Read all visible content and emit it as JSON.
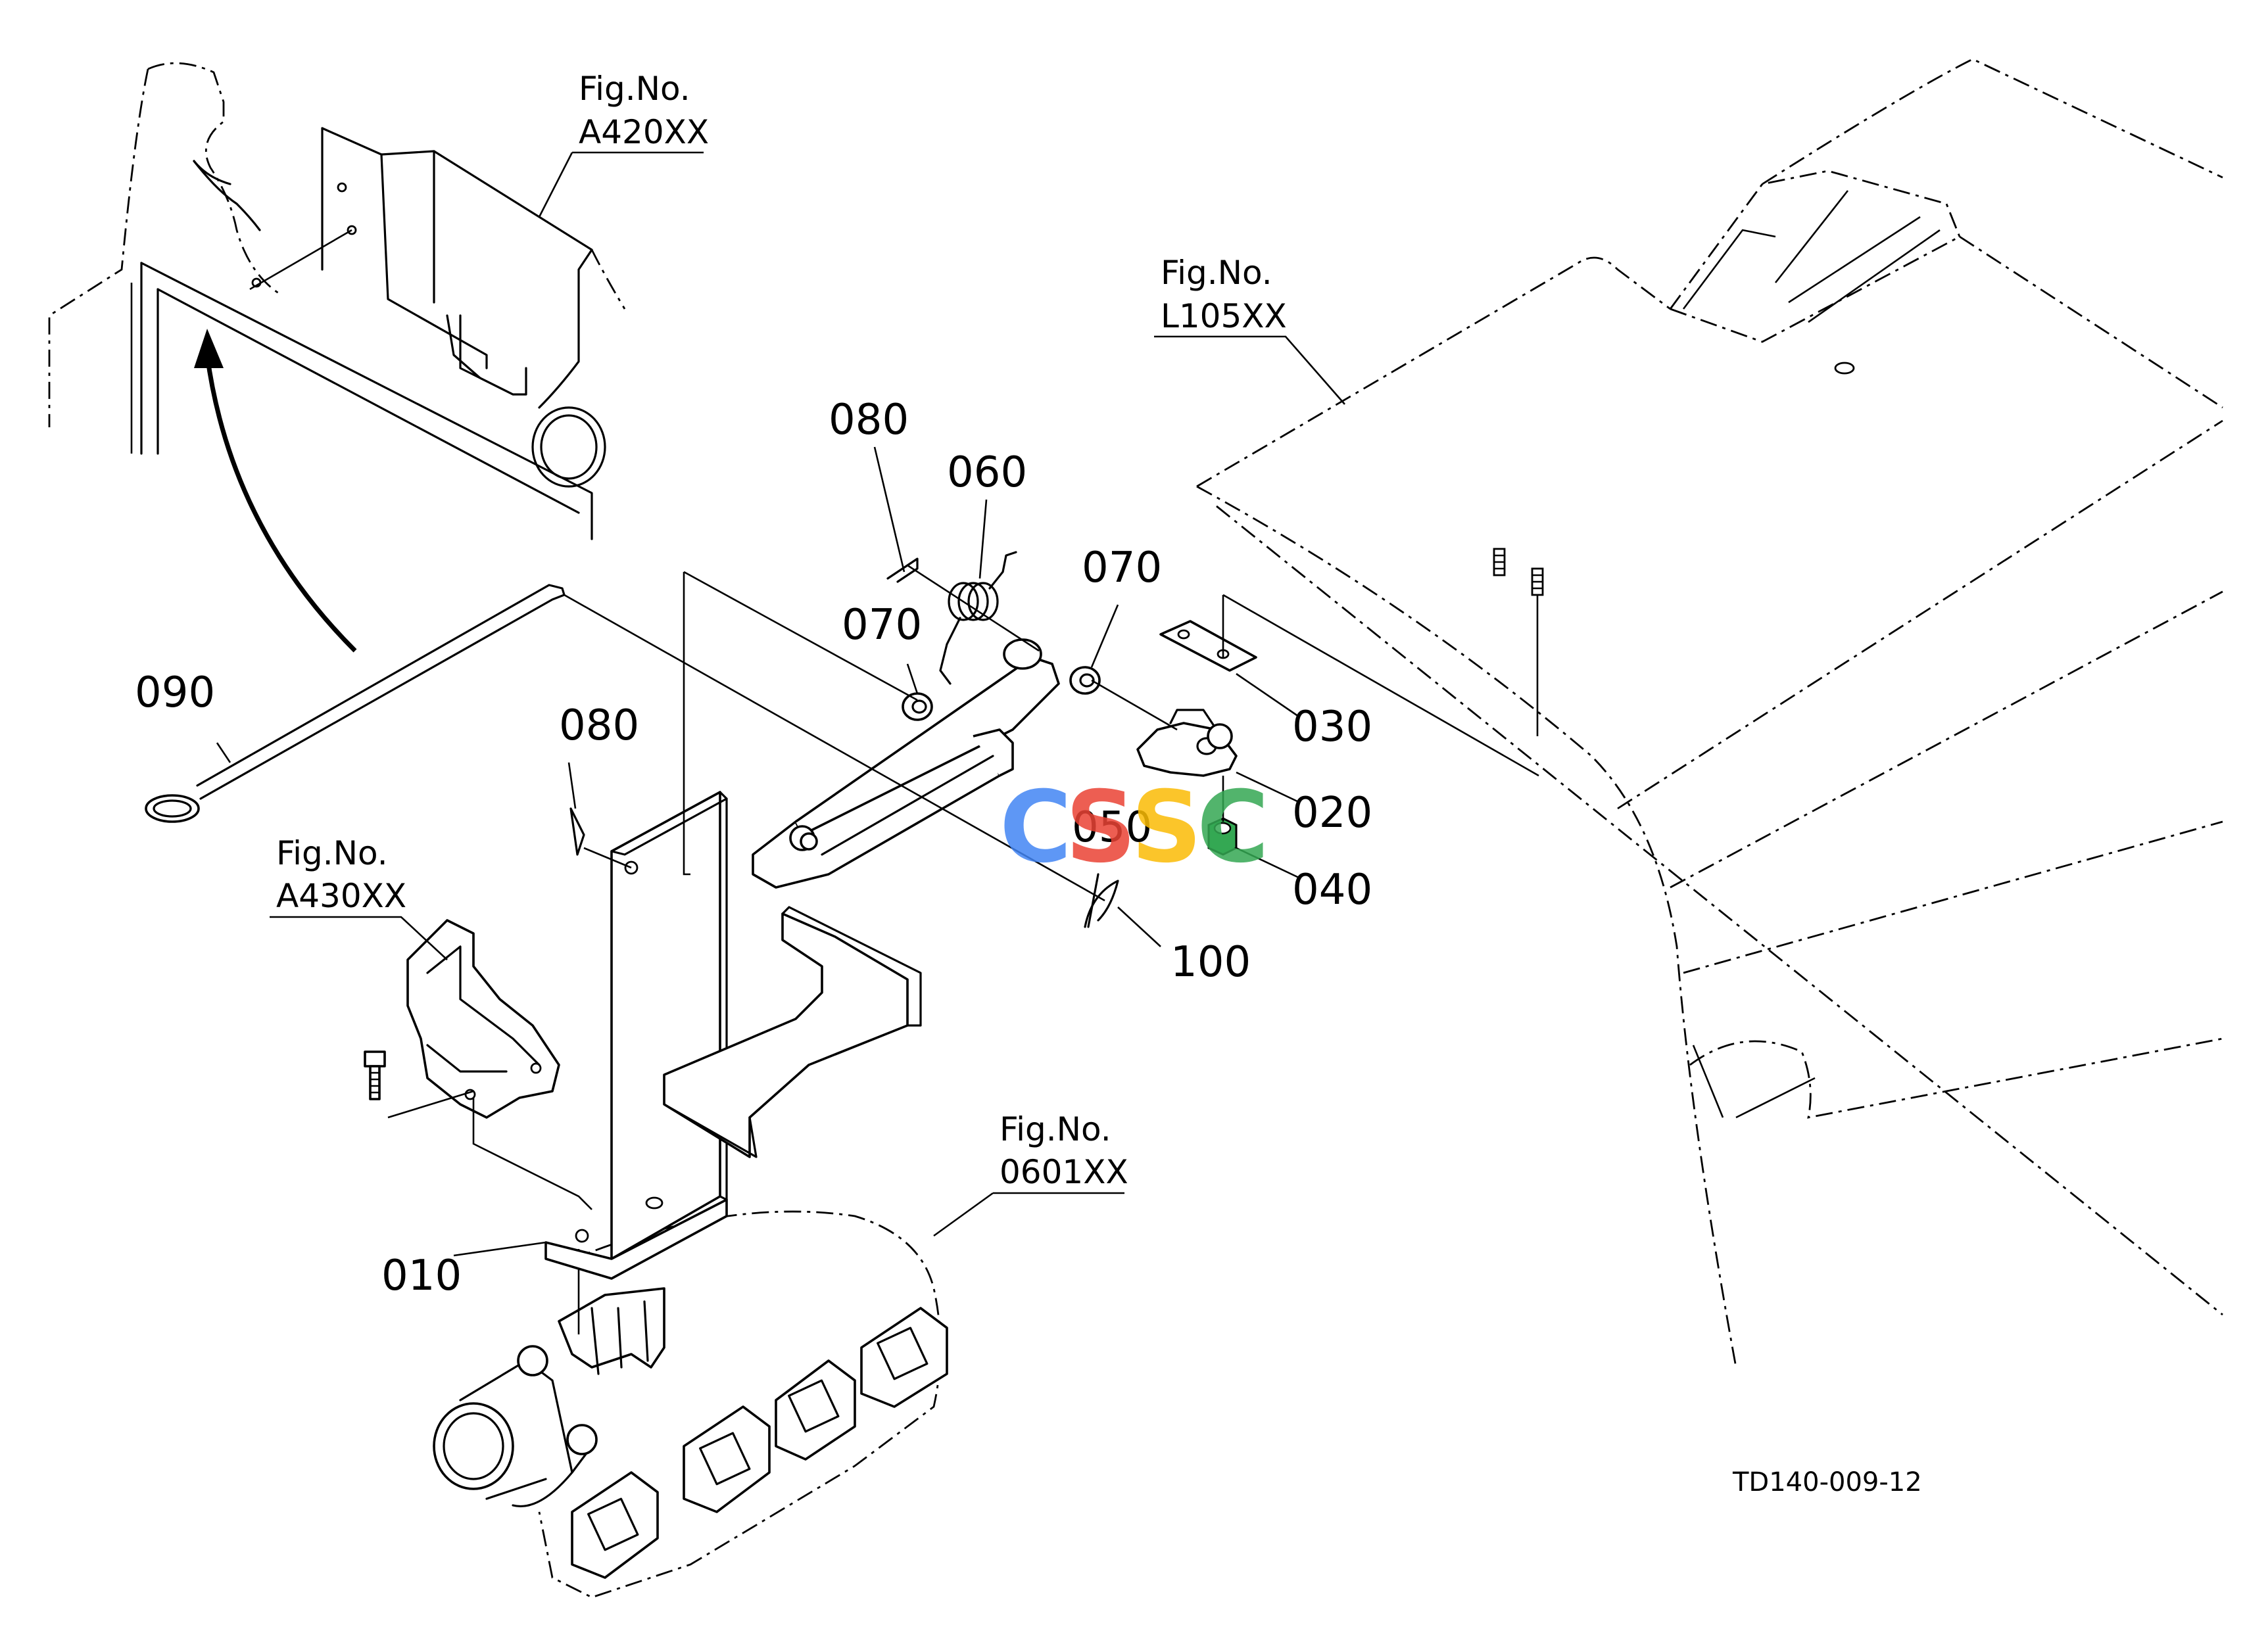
{
  "callouts": {
    "c010": "010",
    "c020": "020",
    "c030": "030",
    "c040": "040",
    "c050": "050",
    "c060": "060",
    "c070a": "070",
    "c070b": "070",
    "c080a": "080",
    "c080b": "080",
    "c090": "090",
    "c100": "100"
  },
  "fig_refs": {
    "a420": {
      "label": "Fig.No.",
      "code": "A420XX"
    },
    "l105": {
      "label": "Fig.No.",
      "code": "L105XX"
    },
    "a430": {
      "label": "Fig.No.",
      "code": "A430XX"
    },
    "f0601": {
      "label": "Fig.No.",
      "code": "0601XX"
    }
  },
  "drawing_code": "TD140-009-12",
  "watermark": {
    "letters": [
      "C",
      "S",
      "S",
      "C"
    ],
    "colors": [
      "#4285F4",
      "#EA4335",
      "#FBBC05",
      "#34A853"
    ]
  }
}
